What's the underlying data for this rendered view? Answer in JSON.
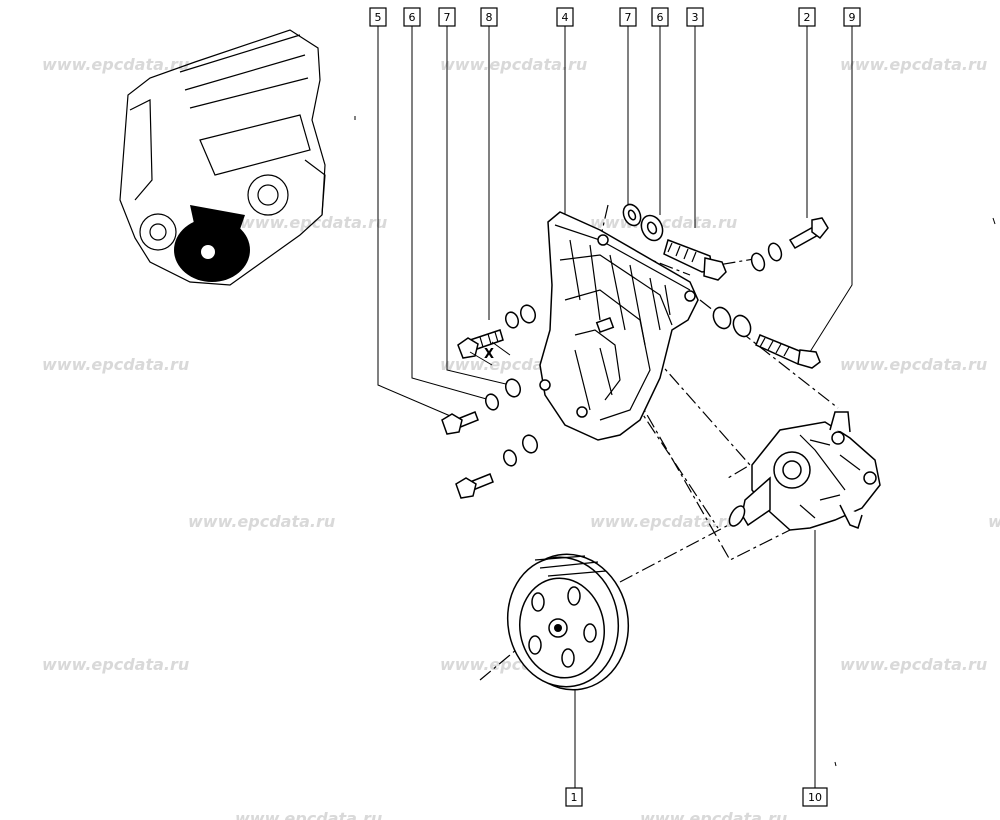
{
  "watermark": "www.epcdata.ru",
  "dimension_label": "X",
  "callouts": [
    "5",
    "6",
    "7",
    "8",
    "4",
    "7",
    "6",
    "3",
    "2",
    "9",
    "1",
    "10"
  ]
}
